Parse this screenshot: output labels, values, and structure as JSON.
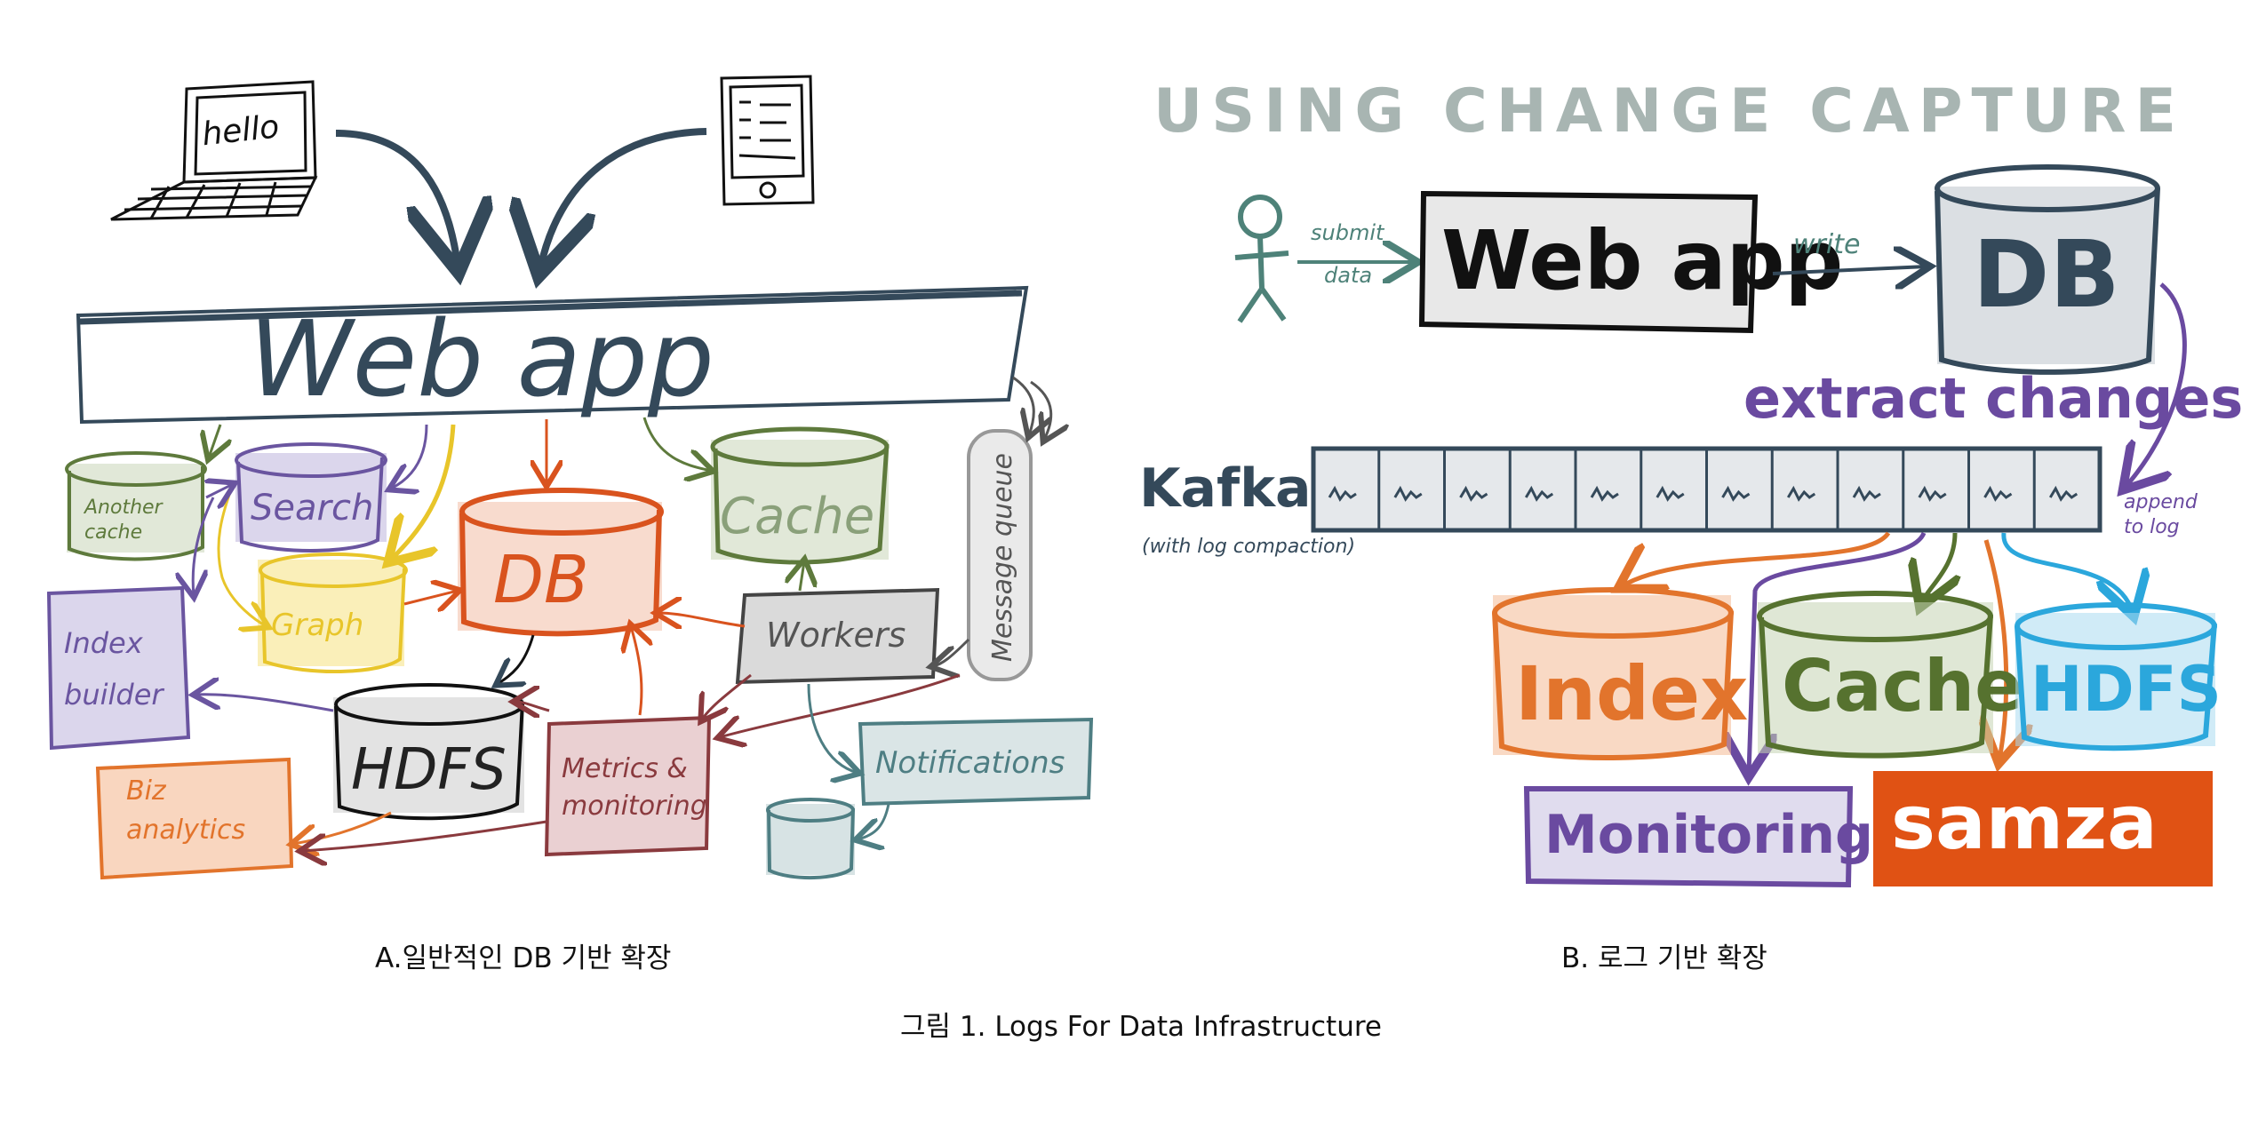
{
  "left_diagram": {
    "laptop_screen_text": "hello",
    "web_app": "Web app",
    "nodes": {
      "another_cache": "Another cache",
      "search": "Search",
      "graph": "Graph",
      "db": "DB",
      "cache": "Cache",
      "message_queue": "Message queue",
      "index_builder": "Index builder",
      "workers": "Workers",
      "hdfs": "HDFS",
      "metrics": "Metrics & monitoring",
      "notifications": "Notifications",
      "biz_analytics": "Biz analytics"
    },
    "colors": {
      "ink": "#34495a",
      "green": "#5e7a3c",
      "purple": "#6a55a0",
      "yellow": "#e8c52a",
      "red": "#d9531e",
      "grey": "#555555",
      "maroon": "#8a3a3e",
      "teal": "#4e7e83",
      "orange": "#e2742c"
    }
  },
  "right_diagram": {
    "heading": "USING CHANGE CAPTURE",
    "submit_data": "submit data",
    "web_app": "Web app",
    "write": "write",
    "db": "DB",
    "extract_changes": "extract changes",
    "kafka": "Kafka",
    "kafka_note": "(with log compaction)",
    "append_to_log": "append to log",
    "index": "Index",
    "cache": "Cache",
    "hdfs": "HDFS",
    "monitoring": "Monitoring",
    "samza": "samza",
    "colors": {
      "heading": "#a8b5b2",
      "teal_figure": "#4e8279",
      "purple": "#6a4aa0",
      "orange": "#e2742c",
      "green": "#56722f",
      "blue": "#2ba7dc",
      "samza_bg": "#e05214"
    }
  },
  "captions": {
    "a": "A.일반적인 DB 기반 확장",
    "b": "B. 로그 기반 확장",
    "figure": "그림 1. Logs For Data Infrastructure"
  }
}
